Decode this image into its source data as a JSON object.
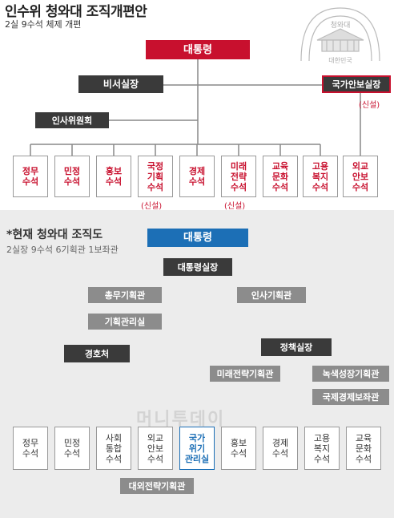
{
  "title": "인수위 청와대 조직개편안",
  "subtitle": "2실 9수석 체제 개편",
  "seal": {
    "text": "청와대",
    "bottom_text": "대한민국"
  },
  "proposal": {
    "president": "대통령",
    "chief_secretary": "비서실장",
    "national_security": "국가안보실장",
    "personnel_committee": "인사위원회",
    "new_note": "(신설)",
    "secretaries": [
      {
        "label": "정무\n수석"
      },
      {
        "label": "민정\n수석"
      },
      {
        "label": "홍보\n수석"
      },
      {
        "label": "국정\n기획\n수석"
      },
      {
        "label": "경제\n수석"
      },
      {
        "label": "미래\n전략\n수석"
      },
      {
        "label": "교육\n문화\n수석"
      },
      {
        "label": "고용\n복지\n수석"
      }
    ],
    "diplomacy": "외교\n안보\n수석"
  },
  "current": {
    "title": "*현재 청와대 조직도",
    "subtitle": "2실장 9수석 6기획관 1보좌관",
    "president": "대통령",
    "chief": "대통령실장",
    "general_affairs": "총무기획관",
    "personnel_planning": "인사기획관",
    "planning_management": "기획관리실",
    "security": "경호처",
    "policy_chief": "정책실장",
    "future_strategy": "미래전략기획관",
    "green_growth": "녹색성장기획관",
    "intl_economy": "국제경제보좌관",
    "external_strategy": "대외전략기획관",
    "secretaries": [
      {
        "label": "정무\n수석"
      },
      {
        "label": "민정\n수석"
      },
      {
        "label": "사회\n통합\n수석"
      },
      {
        "label": "외교\n안보\n수석"
      },
      {
        "label": "국가\n위기\n관리실"
      },
      {
        "label": "홍보\n수석"
      },
      {
        "label": "경제\n수석"
      },
      {
        "label": "고용\n복지\n수석"
      },
      {
        "label": "교육\n문화\n수석"
      }
    ]
  },
  "colors": {
    "red": "#c8102e",
    "dark": "#3a3a3a",
    "blue": "#1c6fb6",
    "gray": "#8c8c8c"
  }
}
